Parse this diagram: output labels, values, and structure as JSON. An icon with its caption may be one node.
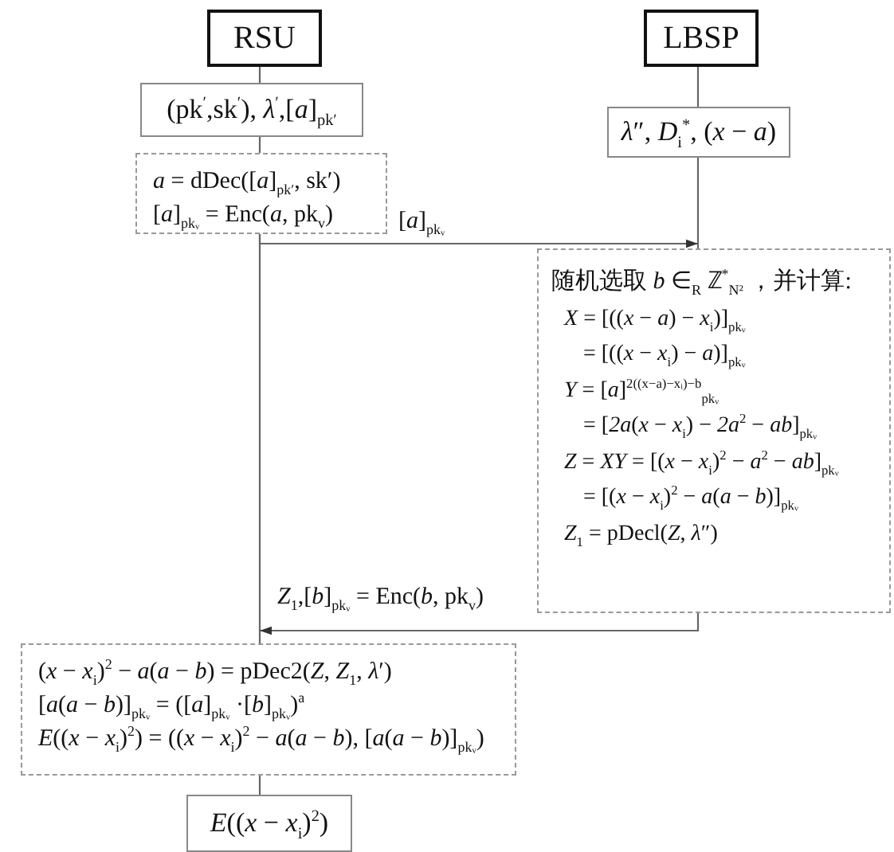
{
  "diagram": {
    "nodes": [
      {
        "text": [
          "RSU"
        ]
      },
      {
        "text": [
          "LBSP"
        ]
      },
      {
        "text": [
          "(pk$^{′}$,sk$^{′}$), *λ*$^{′}$,[*a*]$_{pk′}$"
        ]
      },
      {
        "text": [
          "*λ*″, *D*$_{i}$$^{*}$, (*x* − *a*)"
        ]
      },
      {
        "text": [
          "*a* = dDec([*a*]$_{pk′}$, sk′)",
          "[*a*]$_{pkᵥ}$ = Enc(*a*, pk$_{v}$)"
        ]
      },
      {
        "text": [
          "随机选取 *b* ∈$_{R}$ ℤ$^{*}$$_{N²}$ ，并计算:",
          "*X* = [((*x* − *a*) − *x*$_{i}$)]$_{pkᵥ}$",
          "= [((*x* − *x*$_{i}$) − *a*)]$_{pkᵥ}$",
          "*Y* = [*a*]$^{2((x−a)−xᵢ)−b}$$_{pkᵥ}$",
          "= [*2a*(*x* − *x*$_{i}$) − *2a*$^{2}$ − *ab*]$_{pkᵥ}$",
          "*Z* = *XY* = [(*x* − *x*$_{i}$)$^{2}$ − *a*$^{2}$ − *ab*]$_{pkᵥ}$",
          "= [(*x* − *x*$_{i}$)$^{2}$ − *a*(*a* − *b*)]$_{pkᵥ}$",
          "*Z*$_{1}$ = pDecl(*Z*, *λ*″)"
        ]
      },
      {
        "text": [
          "(*x* − *x*$_{i}$)$^{2}$ − *a*(*a* − *b*) = pDec2(*Z*, *Z*$_{1}$, *λ*′)",
          "[*a*(*a* − *b*)]$_{pkᵥ}$ = ([*a*]$_{pkᵥ}$ ·[*b*]$_{pkᵥ}$)$^{a}$",
          "*E*((*x* − *x*$_{i}$)$^{2}$) = ((*x* − *x*$_{i}$)$^{2}$ − *a*(*a* − *b*), [*a*(*a* − *b*)]$_{pkᵥ}$)"
        ]
      },
      {
        "text": [
          "*E*((*x* − *x*$_{i}$)$^{2}$)"
        ]
      }
    ],
    "edges": [
      {
        "from": 0,
        "to": 2,
        "arrow": "none"
      },
      {
        "from": 2,
        "to": 4,
        "arrow": "none"
      },
      {
        "from": 1,
        "to": 3,
        "arrow": "none"
      },
      {
        "from": 4,
        "to": 5,
        "arrow": "to",
        "label": "[*a*]$_{pkᵥ}$"
      },
      {
        "from": 3,
        "to": 5,
        "arrow": "none"
      },
      {
        "from": 4,
        "to": 6,
        "arrow": "none"
      },
      {
        "from": 5,
        "to": 6,
        "arrow": "to",
        "label": "*Z*$_{1}$,[*b*]$_{pkᵥ}$ = Enc(*b*, pk$_{v}$)"
      },
      {
        "from": 6,
        "to": 7,
        "arrow": "none"
      }
    ]
  }
}
